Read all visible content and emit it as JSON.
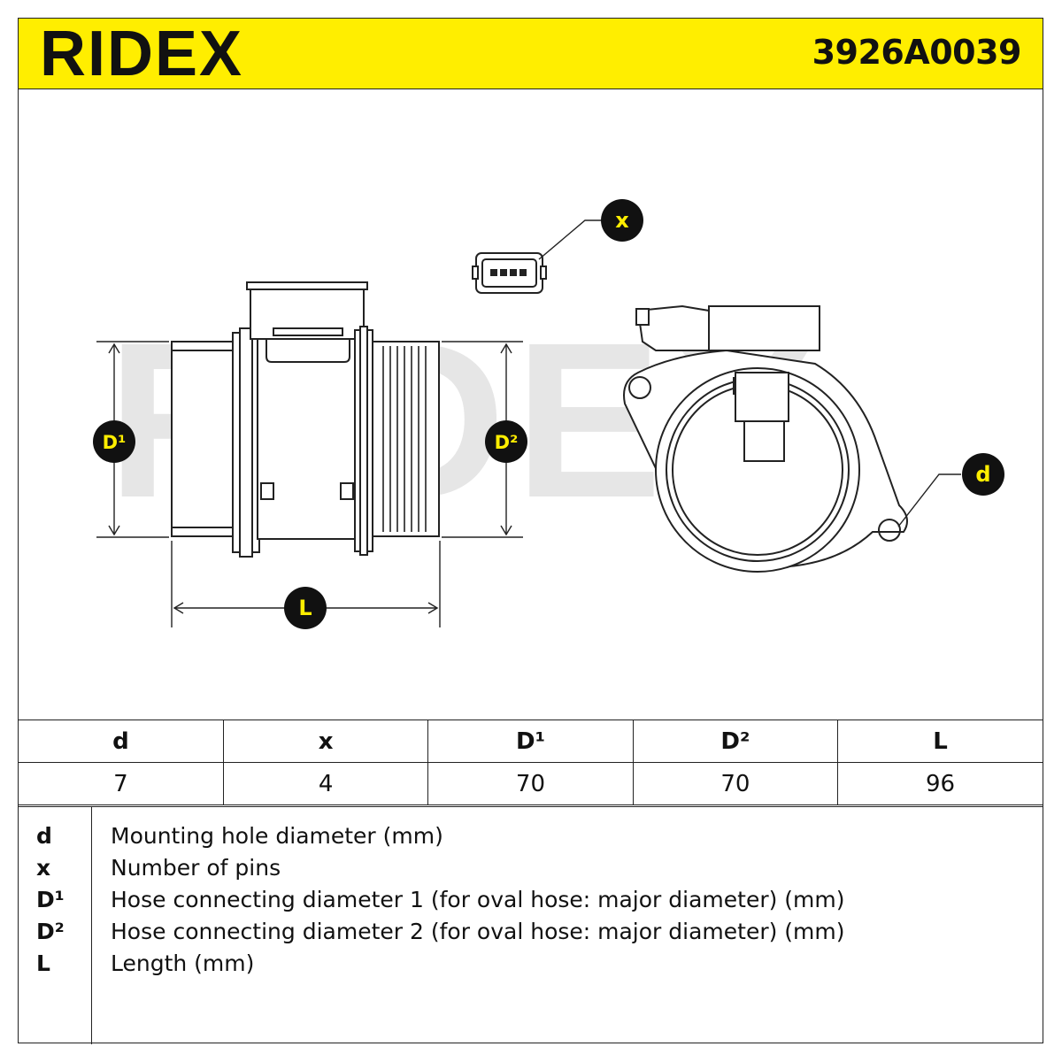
{
  "header": {
    "brand": "RIDEX",
    "part_number": "3926A0039"
  },
  "diagram": {
    "watermark": "RIDEX",
    "callouts": {
      "x": "x",
      "d": "d",
      "D1": "D¹",
      "D2": "D²",
      "L": "L"
    }
  },
  "table": {
    "headers": [
      "d",
      "x",
      "D¹",
      "D²",
      "L"
    ],
    "values": [
      "7",
      "4",
      "70",
      "70",
      "96"
    ]
  },
  "legend": [
    {
      "symbol": "d",
      "description": "Mounting hole diameter (mm)"
    },
    {
      "symbol": "x",
      "description": "Number of pins"
    },
    {
      "symbol": "D¹",
      "description": "Hose connecting diameter 1 (for oval hose: major diameter) (mm)"
    },
    {
      "symbol": "D²",
      "description": "Hose connecting diameter 2 (for oval hose: major diameter) (mm)"
    },
    {
      "symbol": "L",
      "description": "Length (mm)"
    }
  ],
  "colors": {
    "accent": "#ffee00",
    "line": "#222222",
    "callout_fill": "#111111",
    "callout_text": "#ffee00",
    "watermark": "#e6e6e6"
  }
}
